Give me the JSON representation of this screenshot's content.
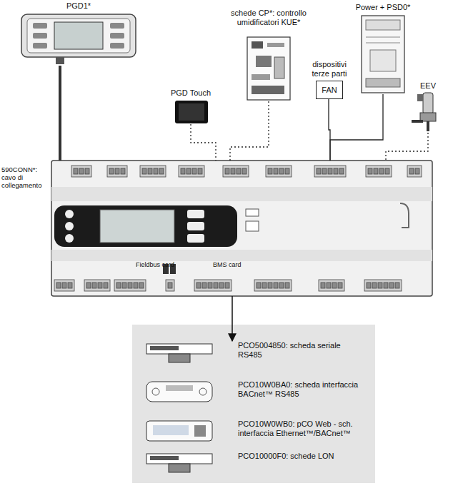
{
  "diagram": {
    "nodes": [
      {
        "text": [
          "PGD1*"
        ]
      },
      {
        "text": [
          "PGD Touch"
        ]
      },
      {
        "text": [
          "schede CP*: controllo umidificatori KUE*"
        ]
      },
      {
        "text": [
          "dispositivi terze parti",
          "FAN"
        ]
      },
      {
        "text": [
          "Power + PSD0*"
        ]
      },
      {
        "text": [
          "EEV"
        ]
      },
      {
        "text": [
          "Fieldbus card",
          "BMS card"
        ]
      },
      {
        "text": [
          "PCO5004850: scheda seriale RS485"
        ]
      },
      {
        "text": [
          "PCO10W0BA0: scheda interfaccia BACnet™ RS485"
        ]
      },
      {
        "text": [
          "PCO10W0WB0: pCO Web - sch. interfaccia Ethernet™/BACnet™"
        ]
      },
      {
        "text": [
          "PCO10000F0: schede LON"
        ]
      }
    ],
    "edges": [
      {
        "from": 0,
        "to": 6,
        "label": "590CONN*: cavo di collegamento",
        "arrow": "none"
      },
      {
        "from": 1,
        "to": 6,
        "arrow": "none"
      },
      {
        "from": 2,
        "to": 6,
        "arrow": "none"
      },
      {
        "from": 3,
        "to": 6,
        "arrow": "none"
      },
      {
        "from": 4,
        "to": 6,
        "arrow": "none"
      },
      {
        "from": 5,
        "to": 6,
        "arrow": "none"
      },
      {
        "from": 6,
        "to": 7,
        "arrow": "to"
      }
    ]
  }
}
